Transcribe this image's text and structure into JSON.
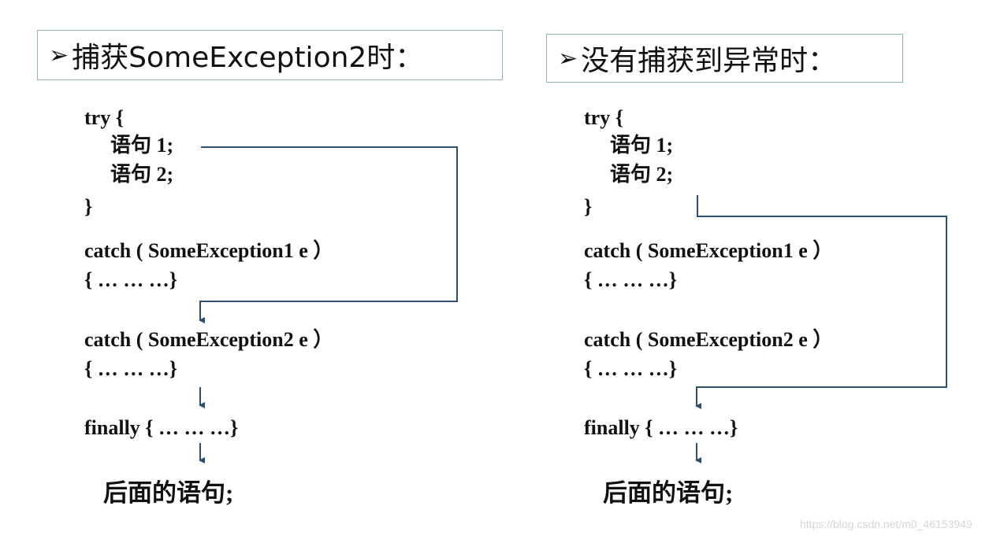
{
  "left_panel": {
    "title": "捕获SomeException2时：",
    "bullet_icon": "➢",
    "lines": {
      "try_open": "try {",
      "stmt1": "语句 1;",
      "stmt2": "语句 2;",
      "try_close": "}",
      "catch1": "catch ( SomeException1 e ）",
      "catch1_body": "{ … … …}",
      "catch2": "catch ( SomeException2 e ）",
      "catch2_body": "{ … … …}",
      "finally": "finally { … … …}",
      "after": "后面的语句;"
    }
  },
  "right_panel": {
    "title": "没有捕获到异常时：",
    "bullet_icon": "➢",
    "lines": {
      "try_open": "try {",
      "stmt1": "语句 1;",
      "stmt2": "语句 2;",
      "try_close": "}",
      "catch1": "catch ( SomeException1 e ）",
      "catch1_body": "{ … … …}",
      "catch2": "catch ( SomeException2 e ）",
      "catch2_body": "{ … … …}",
      "finally": "finally { … … …}",
      "after": "后面的语句;"
    }
  },
  "colors": {
    "arrow": "#2f4f6f",
    "title_border": "#8fb3b5"
  },
  "watermark": "https://blog.csdn.net/m0_46153949"
}
